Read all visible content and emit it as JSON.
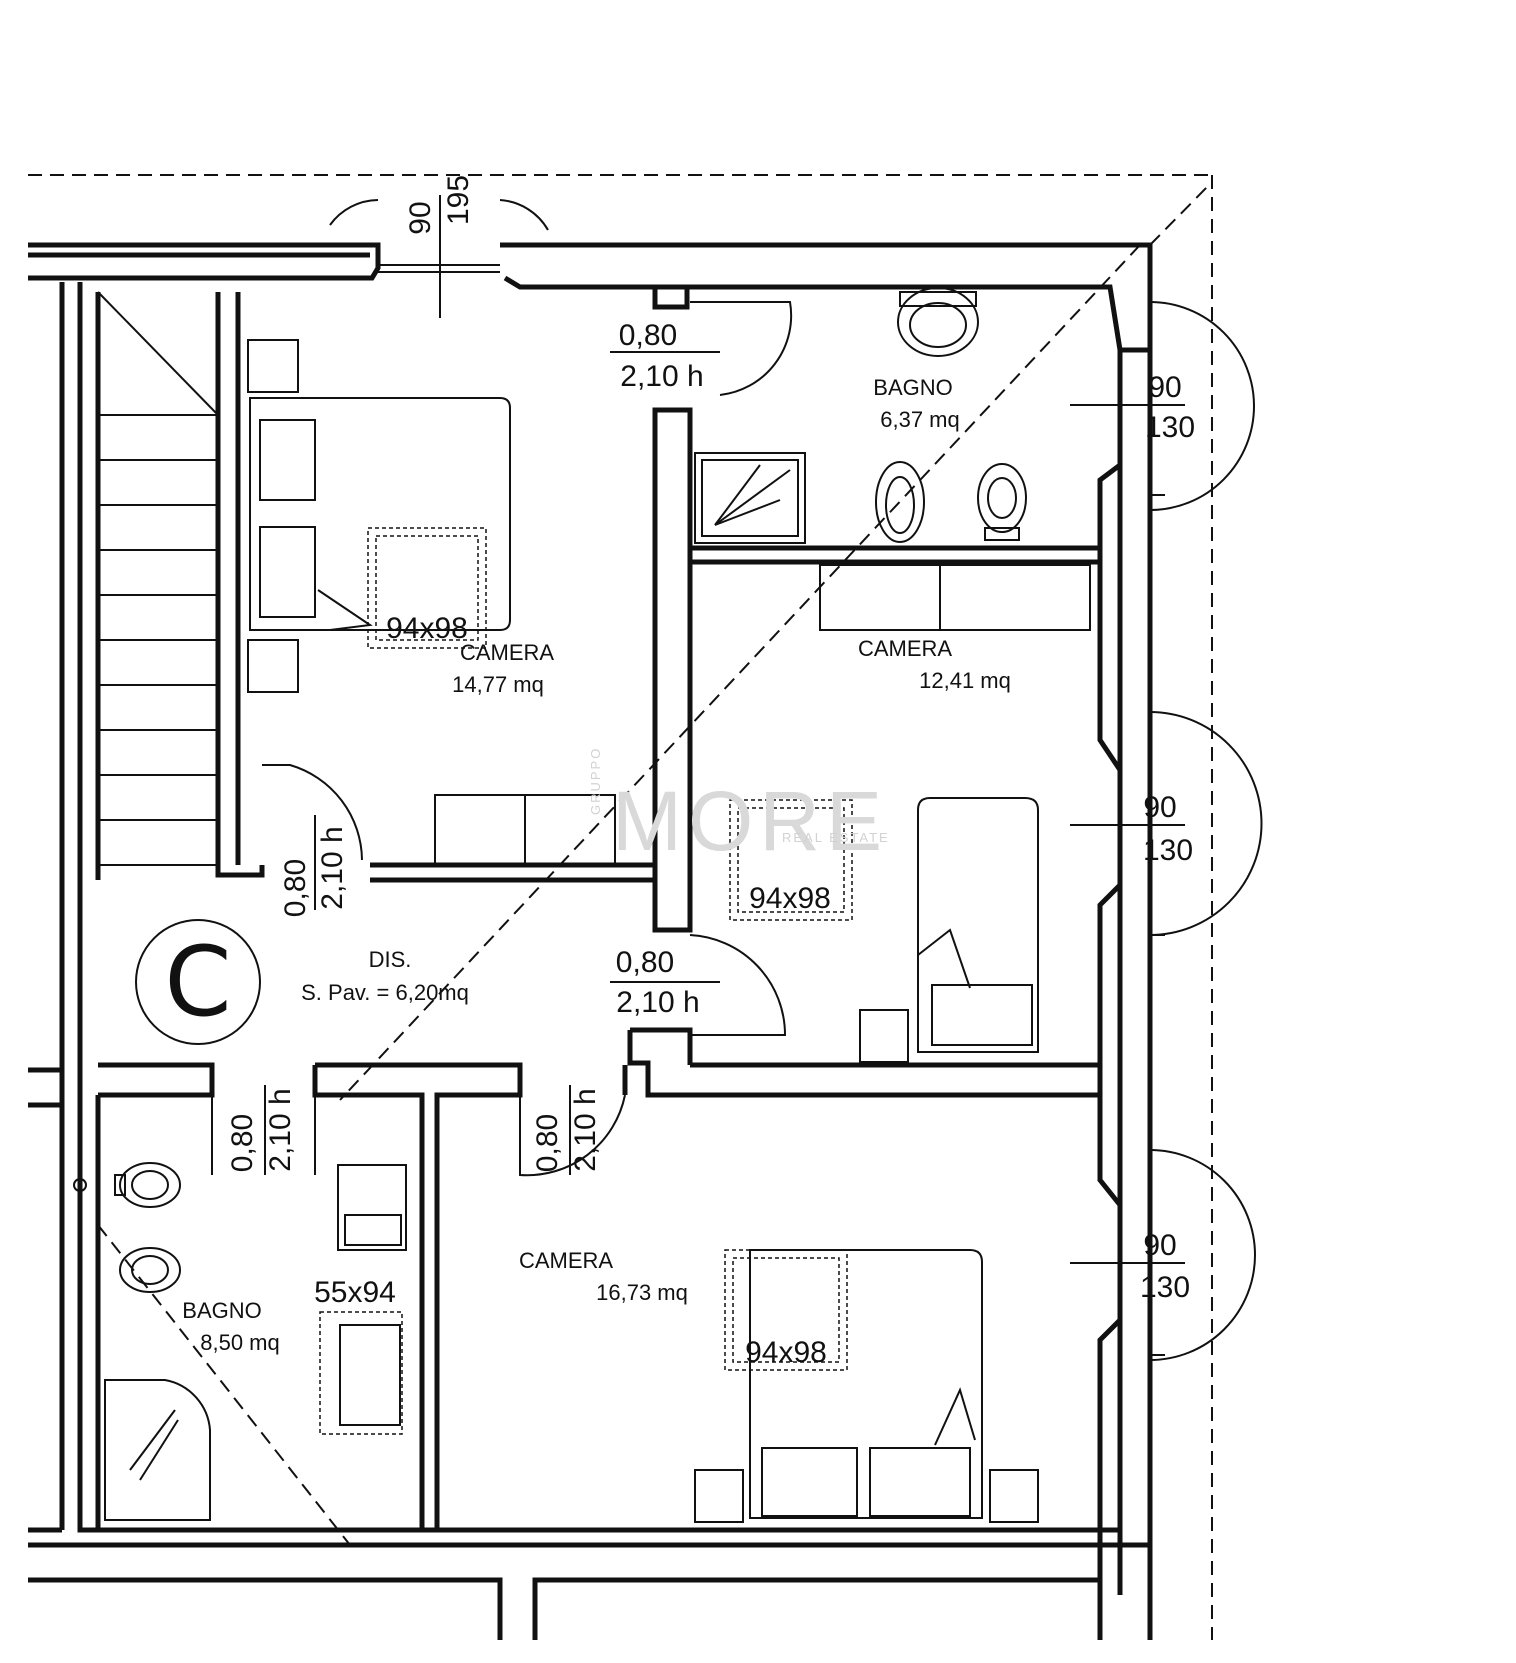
{
  "rooms": {
    "camera_a": {
      "name": "CAMERA",
      "area": "14,77 mq"
    },
    "camera_b": {
      "name": "CAMERA",
      "area": "12,41 mq"
    },
    "camera_c": {
      "name": "CAMERA",
      "area": "16,73 mq"
    },
    "bagno_a": {
      "name": "BAGNO",
      "area": "6,37 mq"
    },
    "bagno_b": {
      "name": "BAGNO",
      "area": "8,50 mq"
    },
    "dis": {
      "name": "DIS.",
      "area": "S. Pav. = 6,20mq"
    }
  },
  "doors": {
    "d1": {
      "width": "0,80",
      "height": "2,10 h"
    },
    "d2": {
      "width": "0,80",
      "height": "2,10 h"
    },
    "d3": {
      "width": "0,80",
      "height": "2,10 h"
    },
    "d4": {
      "width": "0,80",
      "height": "2,10 h"
    },
    "d5": {
      "width": "0,80",
      "height": "2,10 h"
    }
  },
  "windows": {
    "top": {
      "a": "90",
      "b": "195"
    },
    "w1": {
      "a": "90",
      "b": "130"
    },
    "w2": {
      "a": "90",
      "b": "130"
    },
    "w3": {
      "a": "90",
      "b": "130"
    }
  },
  "furniture": {
    "bed1": "94x98",
    "bed2": "94x98",
    "bed3": "94x98",
    "shower": "55x94"
  },
  "unit_marker": "C",
  "watermark": {
    "brand": "MORE",
    "sub": "REAL ESTATE",
    "side": "GRUPPO"
  }
}
